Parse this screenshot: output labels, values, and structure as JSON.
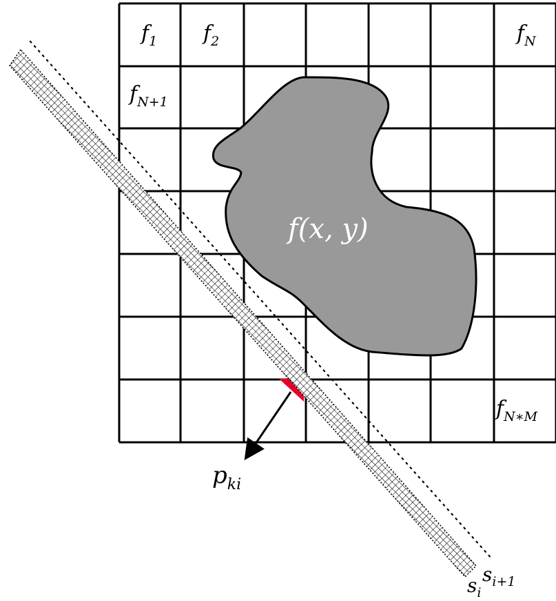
{
  "labels": {
    "f1": {
      "main": "f",
      "sub": "1"
    },
    "f2": {
      "main": "f",
      "sub": "2"
    },
    "fN": {
      "main": "f",
      "sub": "N"
    },
    "fN1": {
      "main": "f",
      "sub": "N+1"
    },
    "fNM": {
      "main": "f",
      "sub": "N∗M"
    },
    "object": "f(x, y)",
    "pki": {
      "main": "p",
      "sub": "ki"
    },
    "si": {
      "main": "s",
      "sub": "i"
    },
    "si1": {
      "main": "s",
      "sub": "i+1"
    }
  },
  "grid": {
    "rows": 7,
    "cols": 7
  },
  "colors": {
    "object_fill": "#999999",
    "object_label": "#ffffff",
    "pixel_overlap": "#e8002a",
    "grid_line": "#000000"
  }
}
